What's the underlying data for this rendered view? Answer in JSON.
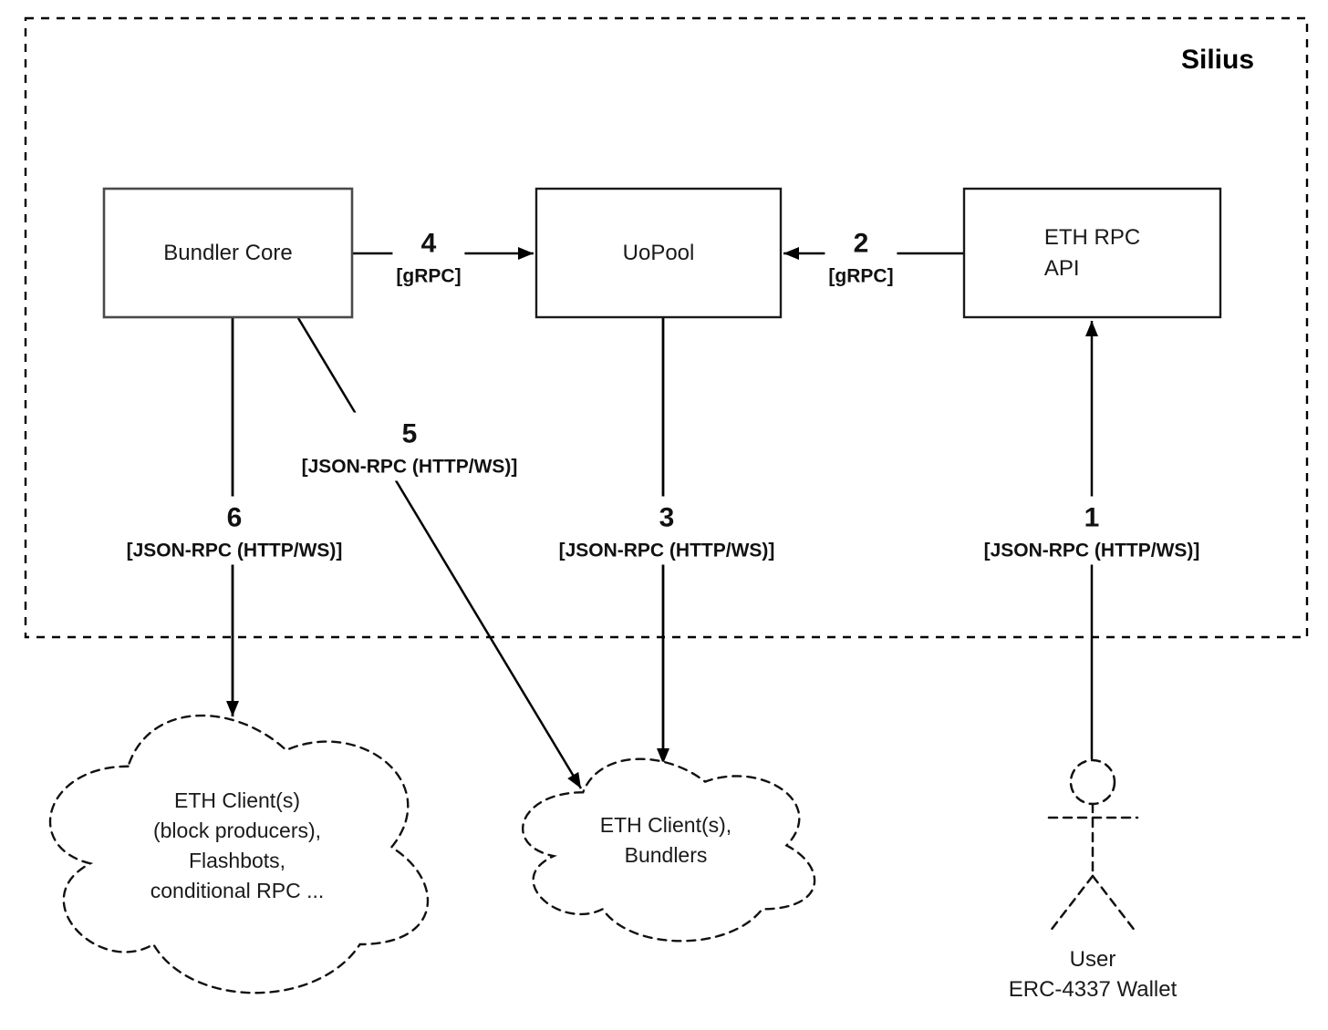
{
  "title": "Silius",
  "boxes": {
    "bundler_core": {
      "label": "Bundler Core"
    },
    "uopool": {
      "label": "UoPool"
    },
    "eth_rpc_api": {
      "line1": "ETH RPC",
      "line2": "API"
    }
  },
  "edges": {
    "e1": {
      "number": "1",
      "protocol": "[JSON-RPC (HTTP/WS)]"
    },
    "e2": {
      "number": "2",
      "protocol": "[gRPC]"
    },
    "e3": {
      "number": "3",
      "protocol": "[JSON-RPC (HTTP/WS)]"
    },
    "e4": {
      "number": "4",
      "protocol": "[gRPC]"
    },
    "e5": {
      "number": "5",
      "protocol": "[JSON-RPC (HTTP/WS)]"
    },
    "e6": {
      "number": "6",
      "protocol": "[JSON-RPC (HTTP/WS)]"
    }
  },
  "clouds": {
    "left": {
      "lines": [
        "ETH Client(s)",
        "(block producers),",
        "Flashbots,",
        "conditional RPC ..."
      ]
    },
    "middle": {
      "lines": [
        "ETH Client(s),",
        "Bundlers"
      ]
    }
  },
  "actor": {
    "line1": "User",
    "line2": "ERC-4337 Wallet"
  },
  "colors": {
    "stroke": "#000000",
    "background": "#ffffff"
  }
}
